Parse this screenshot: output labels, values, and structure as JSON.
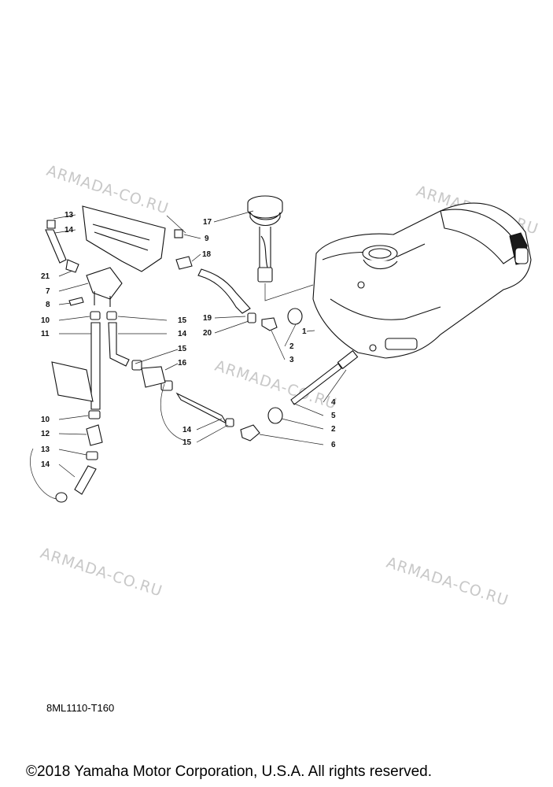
{
  "watermarks": [
    "ARMADA-CO.RU",
    "ARMADA-CO.RU",
    "ARMADA-CO.RU",
    "ARMADA-CO.RU",
    "ARMADA-CO.RU"
  ],
  "callouts": {
    "c1": "1",
    "c2a": "2",
    "c2b": "2",
    "c3": "3",
    "c4": "4",
    "c5": "5",
    "c6": "6",
    "c7": "7",
    "c8": "8",
    "c9": "9",
    "c10a": "10",
    "c10b": "10",
    "c11": "11",
    "c12": "12",
    "c13a": "13",
    "c13b": "13",
    "c14a": "14",
    "c14b": "14",
    "c14c": "14",
    "c14d": "14",
    "c15a": "15",
    "c15b": "15",
    "c15c": "15",
    "c16": "16",
    "c17": "17",
    "c18": "18",
    "c19": "19",
    "c20": "20",
    "c21": "21"
  },
  "drawing_code": "8ML1110-T160",
  "copyright": "©2018 Yamaha Motor Corporation, U.S.A. All rights reserved."
}
